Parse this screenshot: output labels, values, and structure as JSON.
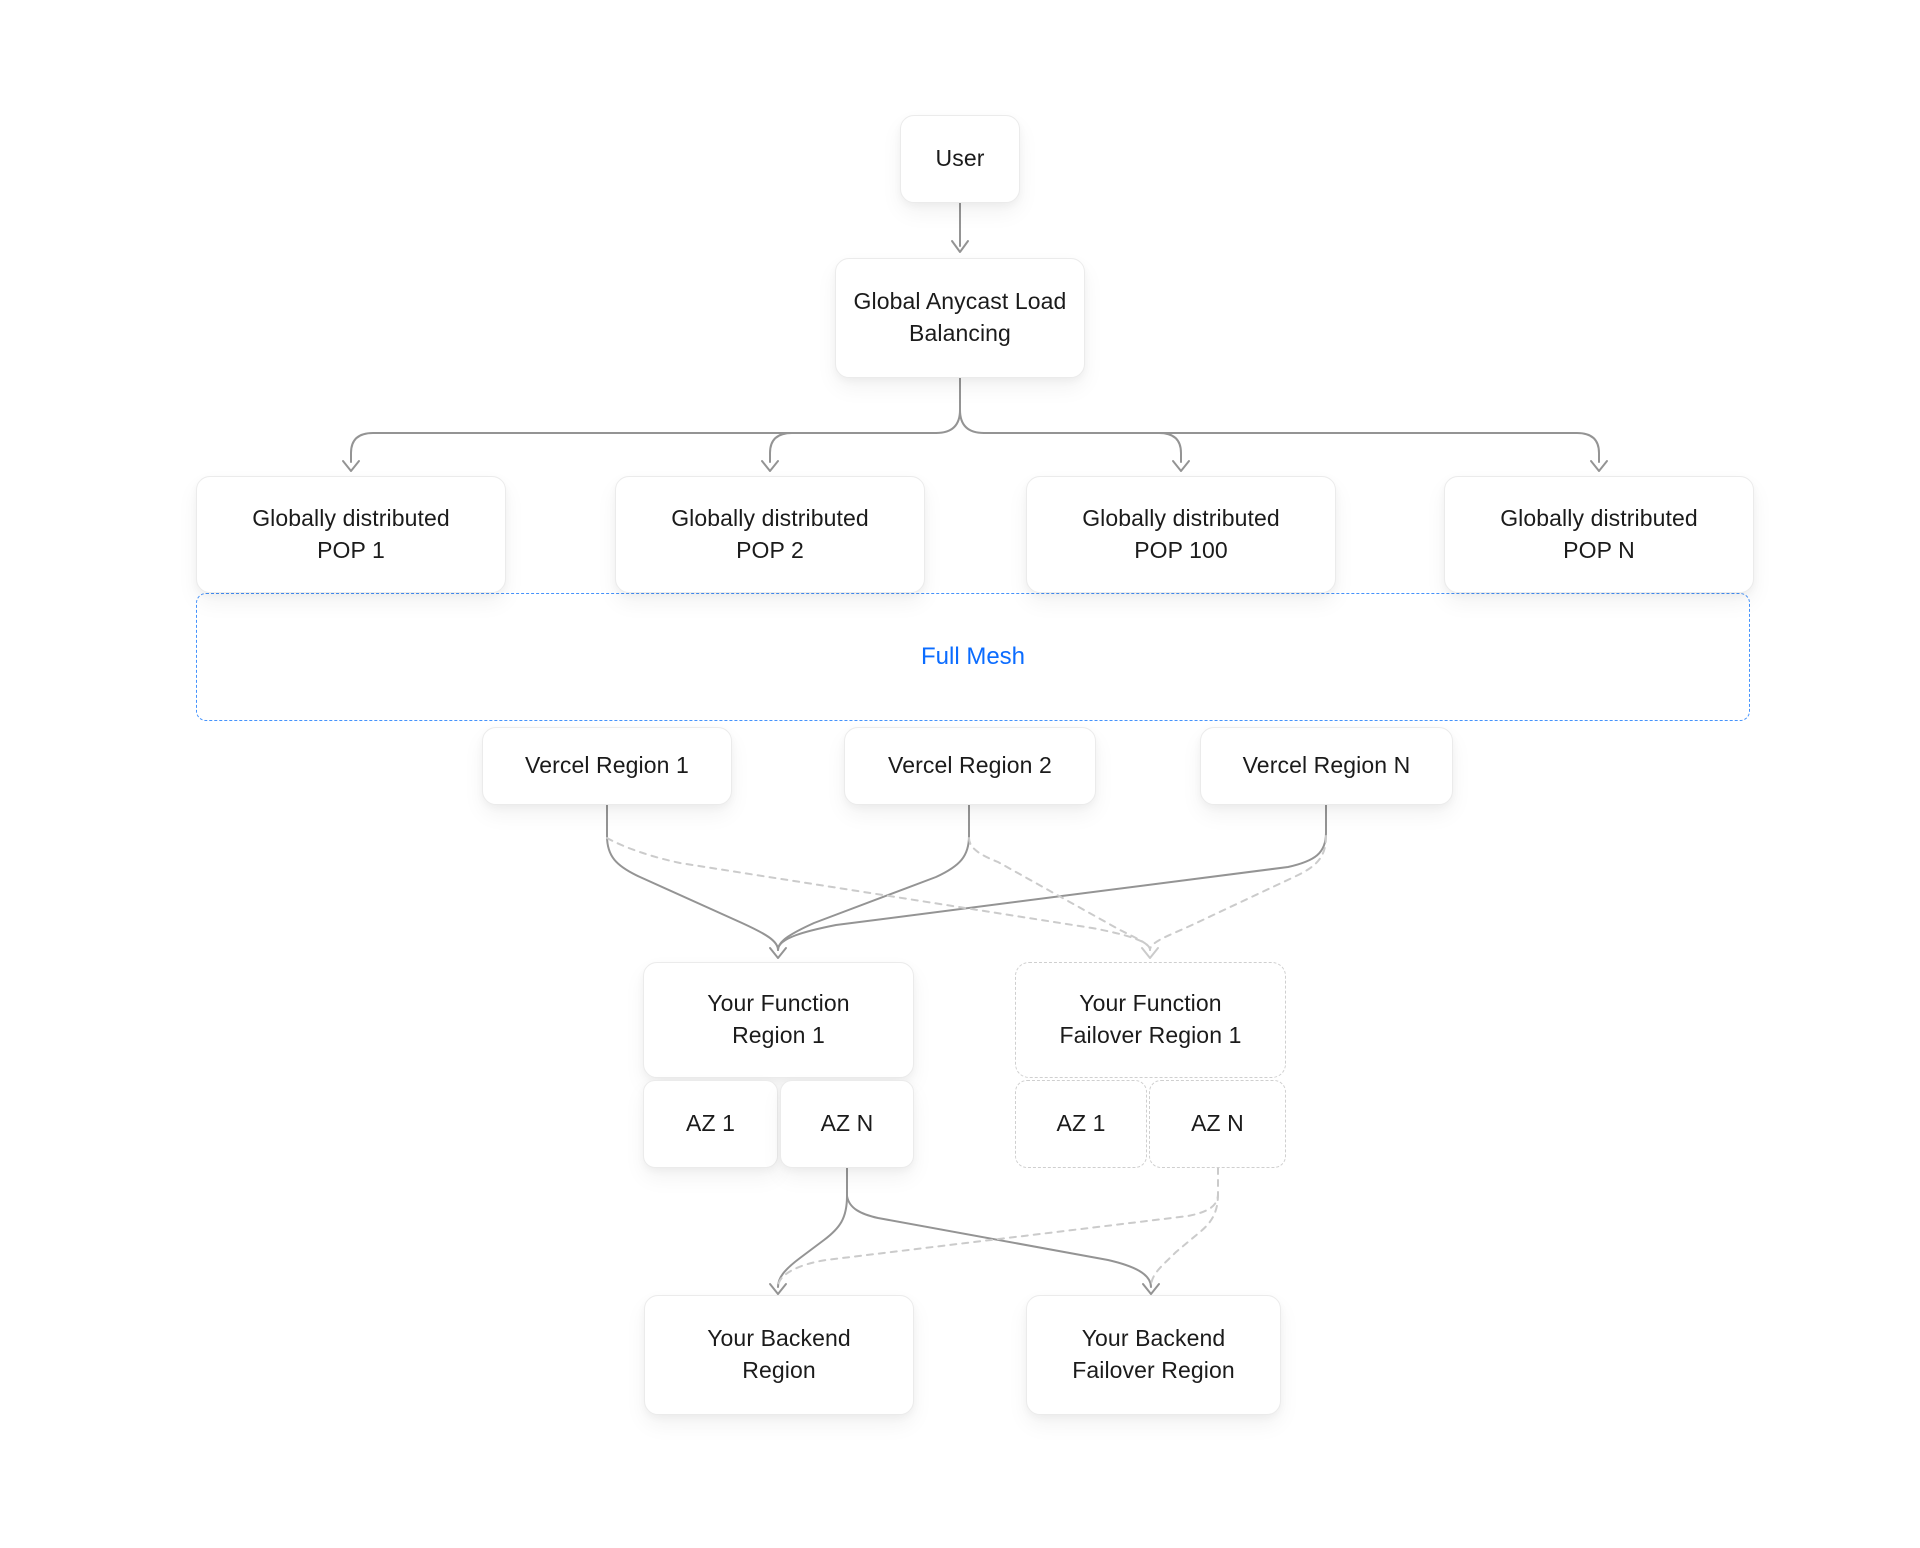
{
  "nodes": {
    "user": "User",
    "anycast": "Global Anycast Load Balancing",
    "pop1": "Globally distributed POP 1",
    "pop2": "Globally distributed POP 2",
    "pop100": "Globally distributed POP 100",
    "popn": "Globally distributed POP N",
    "full_mesh": "Full Mesh",
    "vercel_region_1": "Vercel Region 1",
    "vercel_region_2": "Vercel Region 2",
    "vercel_region_n": "Vercel Region N",
    "function_region_1": "Your Function Region 1",
    "function_failover_region_1": "Your Function Failover Region 1",
    "az1": "AZ 1",
    "azn": "AZ N",
    "failover_az1": "AZ 1",
    "failover_azn": "AZ N",
    "backend_region": "Your Backend Region",
    "backend_failover_region": "Your Backend Failover Region"
  },
  "colors": {
    "accent_blue": "#0b6cff",
    "mesh_border_blue": "#4593fc",
    "connector_gray": "#949494",
    "connector_dashed_gray": "#cbcbcb"
  }
}
